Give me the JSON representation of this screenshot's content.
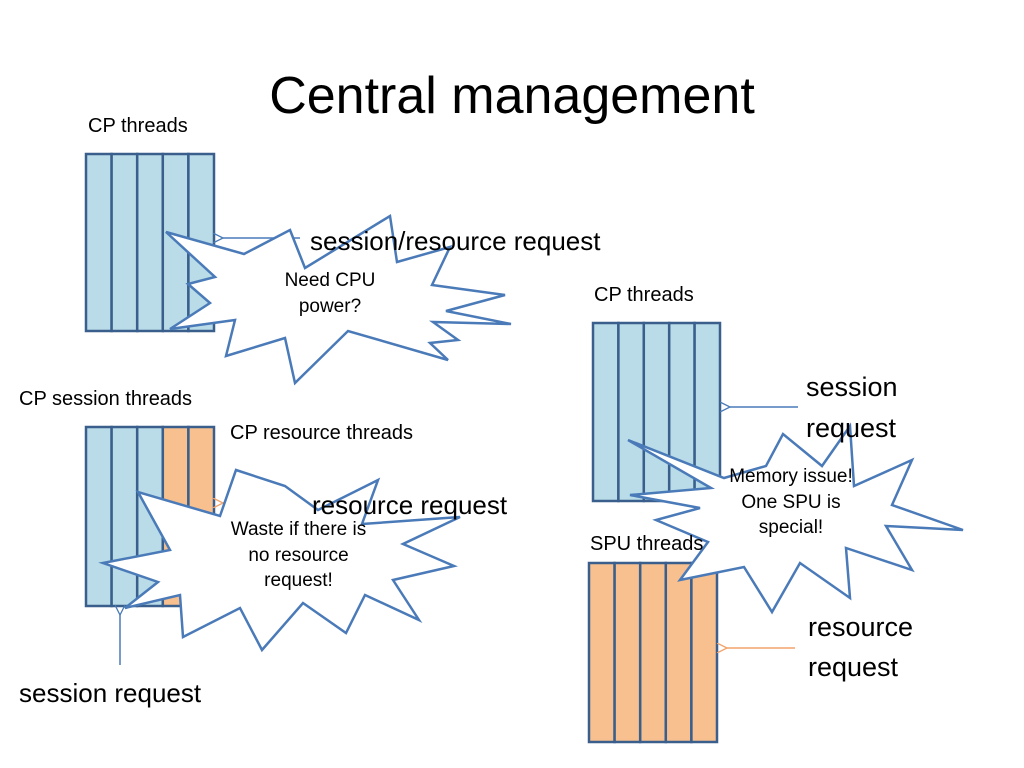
{
  "slide": {
    "title": "Central management"
  },
  "labels": {
    "cp_threads_top": "CP threads",
    "session_resource_request": "session/resource request",
    "cp_session_threads": "CP session threads",
    "cp_resource_threads": "CP resource threads",
    "resource_request_left": "resource request",
    "session_request_left": "session request",
    "cp_threads_right": "CP threads",
    "session_request_right_line1": "session",
    "session_request_right_line2": "request",
    "spu_threads": "SPU threads",
    "resource_request_right_line1": "resource",
    "resource_request_right_line2": "request"
  },
  "callouts": {
    "cpu": {
      "line1": "Need CPU",
      "line2": "power?"
    },
    "waste": {
      "line1": "Waste if there is",
      "line2": "no resource",
      "line3": "request!"
    },
    "memory": {
      "line1": "Memory issue!",
      "line2": "One SPU is",
      "line3": "special!"
    }
  },
  "colors": {
    "cp_thread_fill": "#b9dce8",
    "resource_thread_fill": "#f7c08e",
    "outline": "#3a5f8c",
    "burst_outline": "#4a7ab8",
    "blue_arrow": "#4a7ab8",
    "orange_arrow": "#f2a36a"
  }
}
